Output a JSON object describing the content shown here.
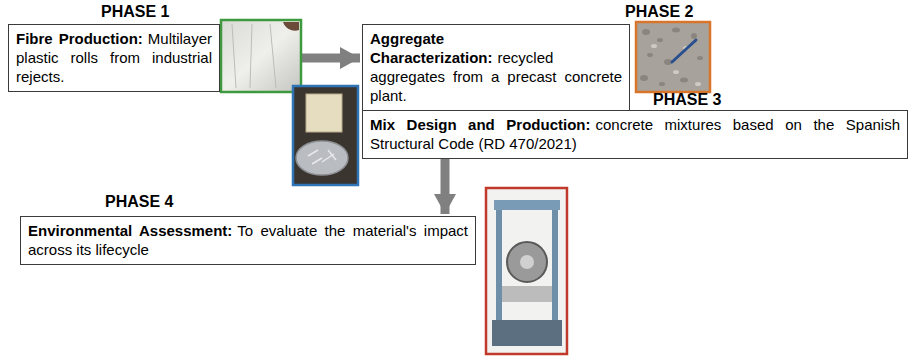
{
  "diagram": {
    "nodes": [
      {
        "text": [
          "PHASE 1",
          "Fibre Production:",
          "Multilayer plastic rolls from industrial rejects."
        ]
      },
      {
        "text": [
          "PHASE 2",
          "Aggregate Characterization:",
          "recycled aggregates from a precast concrete plant."
        ]
      },
      {
        "text": [
          "PHASE 3",
          "Mix Design and Production:",
          "concrete mixtures based on the Spanish Structural Code (RD 470/2021)"
        ]
      },
      {
        "text": [
          "PHASE 4",
          "Environmental Assessment:",
          "To evaluate the material's impact across its lifecycle"
        ]
      }
    ],
    "edges": [
      {
        "from": 0,
        "to": 1,
        "arrow": "to"
      },
      {
        "from": 1,
        "to": 2,
        "arrow": "to"
      },
      {
        "from": 2,
        "to": 3,
        "arrow": "to"
      }
    ]
  }
}
